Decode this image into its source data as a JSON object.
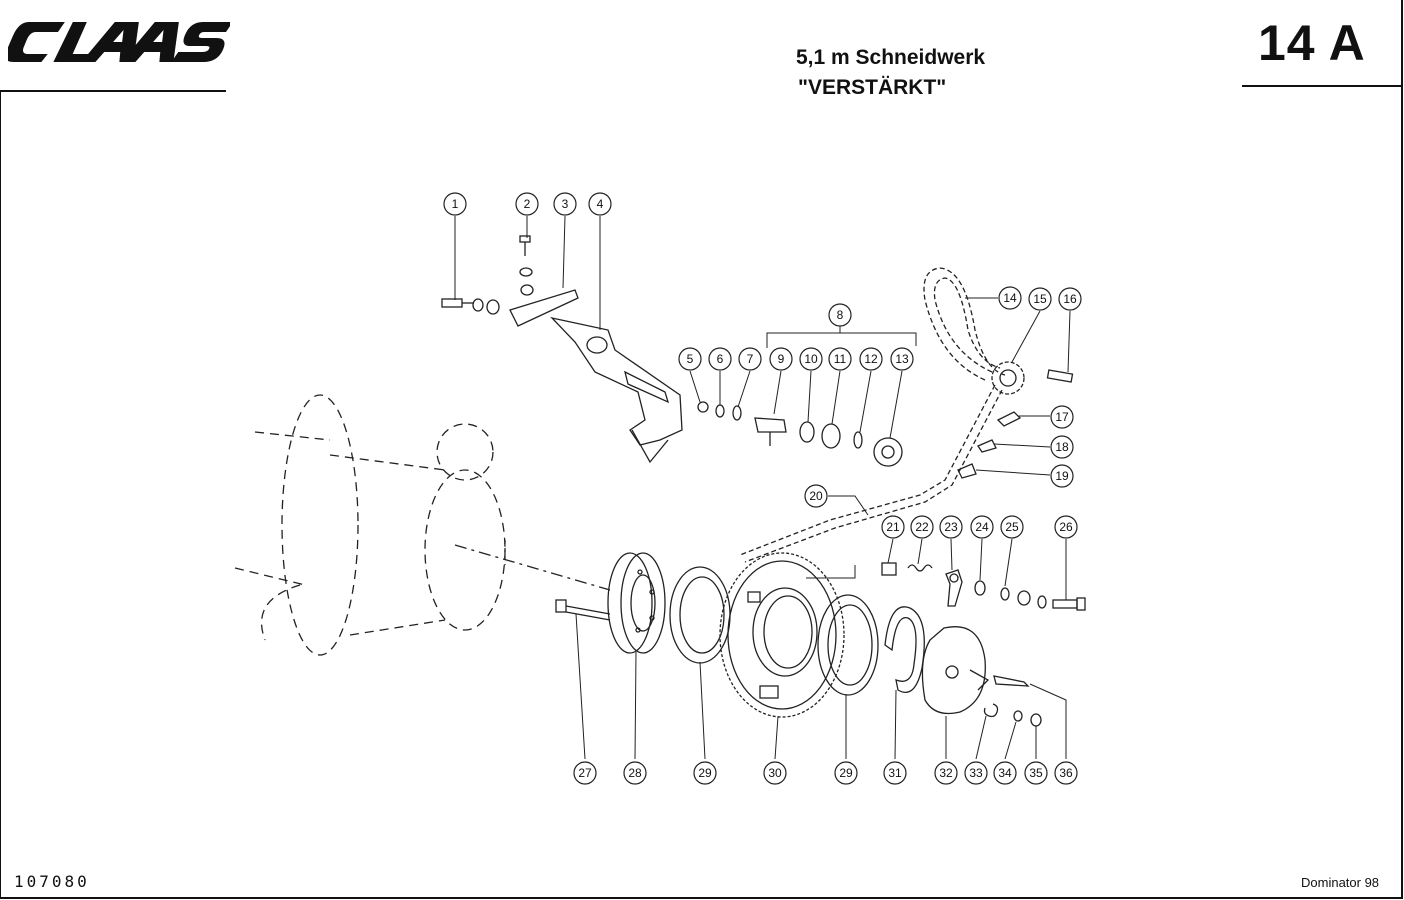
{
  "header": {
    "brand": "CLAAS",
    "title_line1": "5,1 m Schneidwerk",
    "title_line2": "\"VERSTÄRKT\"",
    "page_number": "14 A"
  },
  "footer": {
    "document_number": "107080",
    "model": "Dominator 98"
  },
  "callouts": [
    "1",
    "2",
    "3",
    "4",
    "5",
    "6",
    "7",
    "8",
    "9",
    "10",
    "11",
    "12",
    "13",
    "14",
    "15",
    "16",
    "17",
    "18",
    "19",
    "20",
    "21",
    "22",
    "23",
    "24",
    "25",
    "26",
    "27",
    "28",
    "29",
    "30",
    "29",
    "31",
    "32",
    "33",
    "34",
    "35",
    "36"
  ]
}
